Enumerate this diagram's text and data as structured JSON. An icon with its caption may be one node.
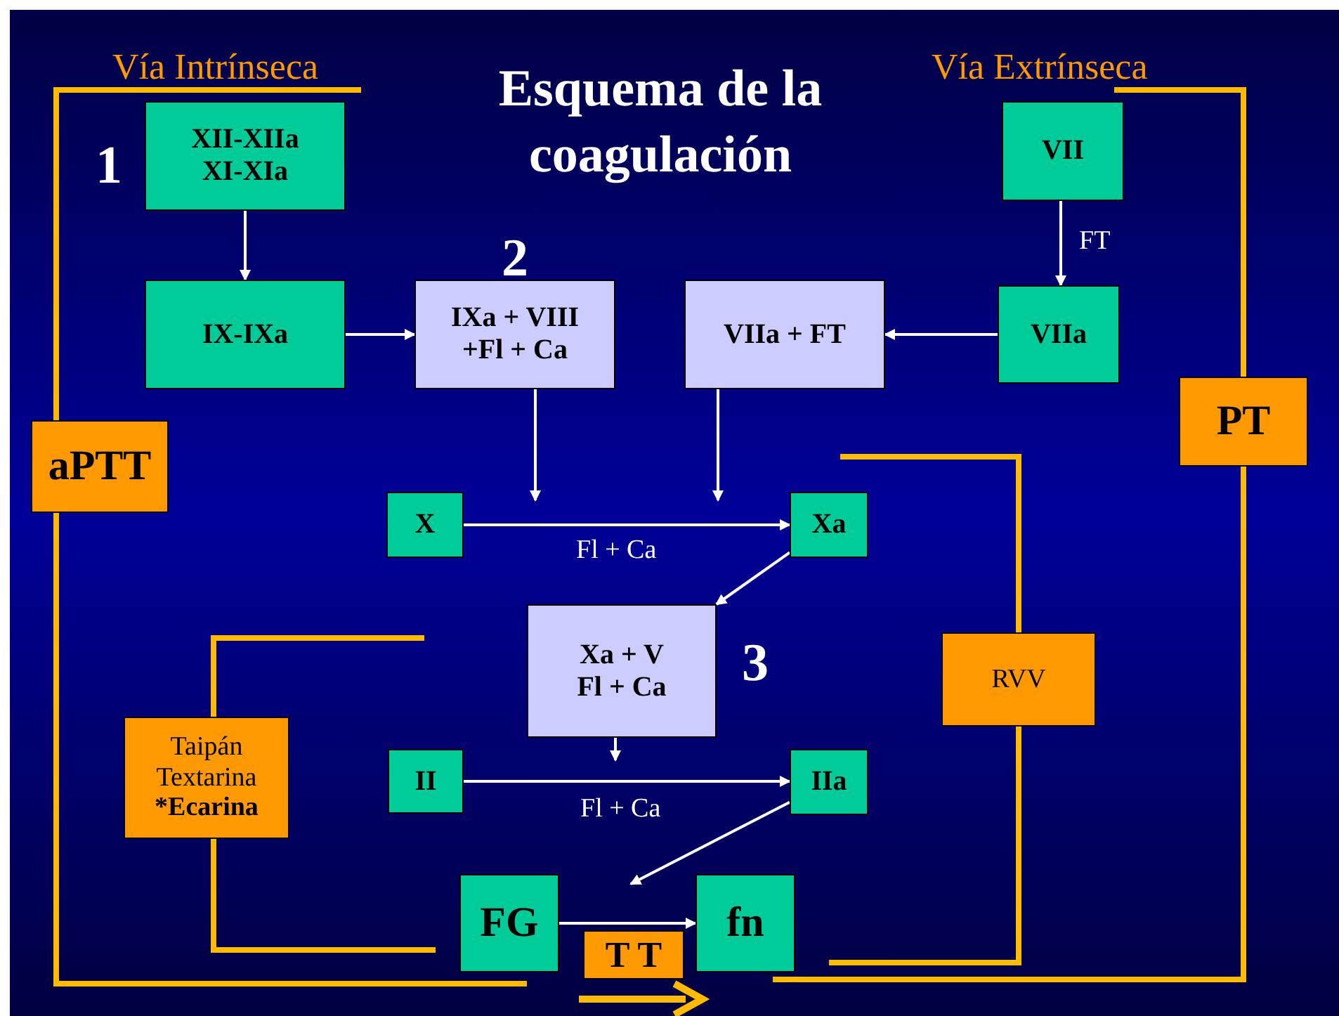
{
  "diagram": {
    "title": "Esquema de la coagulación",
    "nodes": [
      {
        "text": [
          "XII-XIIa XI-XIa"
        ]
      },
      {
        "text": [
          "IX-IXa"
        ]
      },
      {
        "text": [
          "IXa + VIII +Fl + Ca"
        ]
      },
      {
        "text": [
          "VIIa + FT"
        ]
      },
      {
        "text": [
          "VII"
        ]
      },
      {
        "text": [
          "VIIa"
        ]
      },
      {
        "text": [
          "X"
        ]
      },
      {
        "text": [
          "Xa"
        ]
      },
      {
        "text": [
          "Xa + V Fl + Ca"
        ]
      },
      {
        "text": [
          "II"
        ]
      },
      {
        "text": [
          "IIa"
        ]
      },
      {
        "text": [
          "FG"
        ]
      },
      {
        "text": [
          "fn"
        ]
      },
      {
        "text": [
          "T T"
        ]
      },
      {
        "text": [
          "aPTT"
        ]
      },
      {
        "text": [
          "PT"
        ]
      },
      {
        "text": [
          "RVV"
        ]
      },
      {
        "text": [
          "Taipán",
          "Textarina",
          "*Ecarina"
        ]
      }
    ],
    "edges": [
      {
        "from": 0,
        "to": 1,
        "arrow": "to"
      },
      {
        "from": 1,
        "to": 2,
        "arrow": "to"
      },
      {
        "from": 5,
        "to": 3,
        "arrow": "to"
      },
      {
        "from": 4,
        "to": 5,
        "arrow": "to",
        "label": "FT"
      },
      {
        "from": 2,
        "to": null,
        "arrow": "to"
      },
      {
        "from": 3,
        "to": null,
        "arrow": "to"
      },
      {
        "from": 6,
        "to": 7,
        "arrow": "to",
        "label": "Fl + Ca"
      },
      {
        "from": 7,
        "to": 8,
        "arrow": "to"
      },
      {
        "from": 8,
        "to": null,
        "arrow": "to"
      },
      {
        "from": 9,
        "to": 10,
        "arrow": "to",
        "label": "Fl + Ca"
      },
      {
        "from": 10,
        "to": null,
        "arrow": "to"
      },
      {
        "from": 11,
        "to": 12,
        "arrow": "to"
      }
    ],
    "labels": [
      "Vía Intrínseca",
      "Vía Extrínseca",
      "1",
      "2",
      "3"
    ]
  }
}
